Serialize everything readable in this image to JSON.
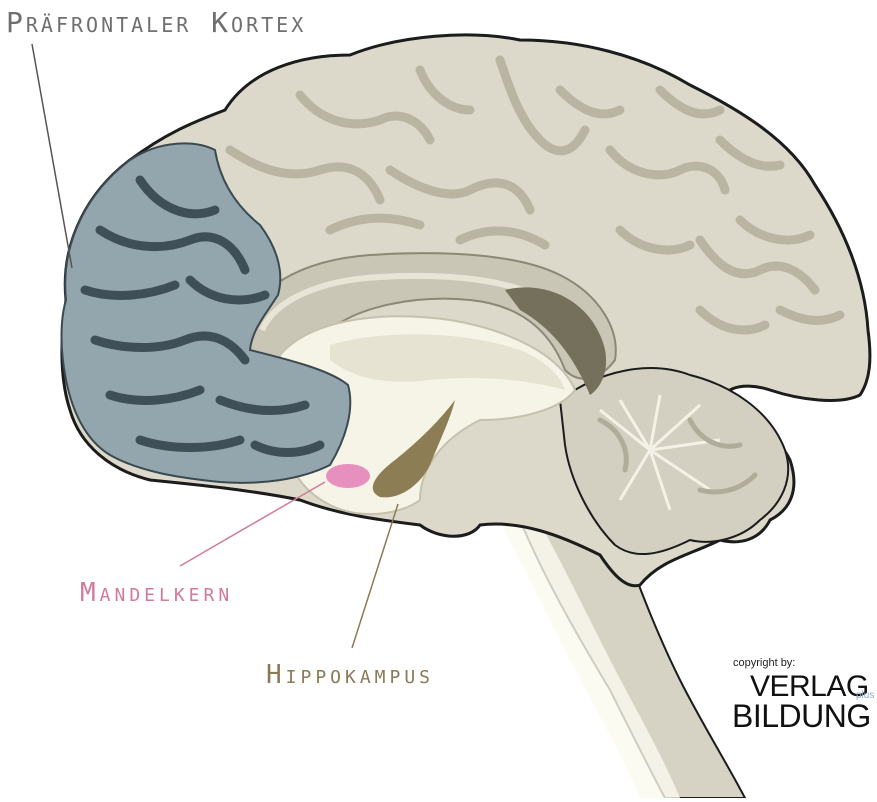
{
  "labels": {
    "prefrontal_cortex": "Präfrontaler Kortex",
    "amygdala": "Mandelkern",
    "hippocampus": "Hippokampus"
  },
  "watermark": {
    "copyright": "copyright by:",
    "line1": "VERLAG",
    "suffix": "plus",
    "line2": "BILDUNG"
  },
  "colors": {
    "cortex": "#dcd9cb",
    "sulcus": "#b9b5a2",
    "prefrontal": "#93a5ad",
    "prefrontal_sulcus": "#3f4f57",
    "amygdala": "#e78fbe",
    "hippocampus": "#8d7d55",
    "brainstem": "#d6d3c4",
    "inner_light": "#fbfaef",
    "outline": "#1c1c1c",
    "ventricle": "#74705c"
  }
}
